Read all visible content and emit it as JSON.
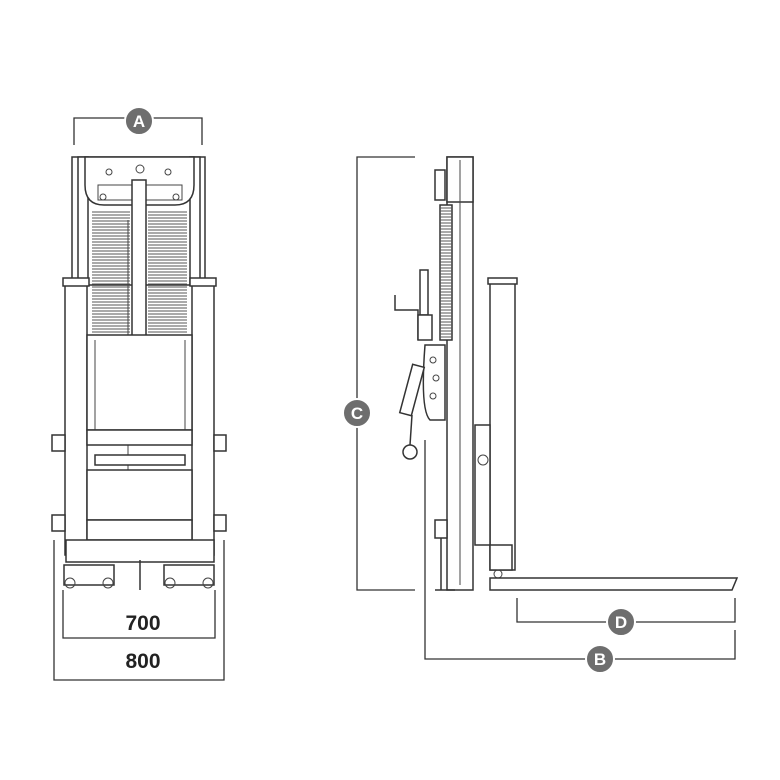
{
  "labels": {
    "a": "A",
    "b": "B",
    "c": "C",
    "d": "D"
  },
  "dimensions": {
    "inner_width": "700",
    "outer_width": "800"
  },
  "colors": {
    "line": "#333333",
    "label_circle": "#6e6e6e"
  }
}
